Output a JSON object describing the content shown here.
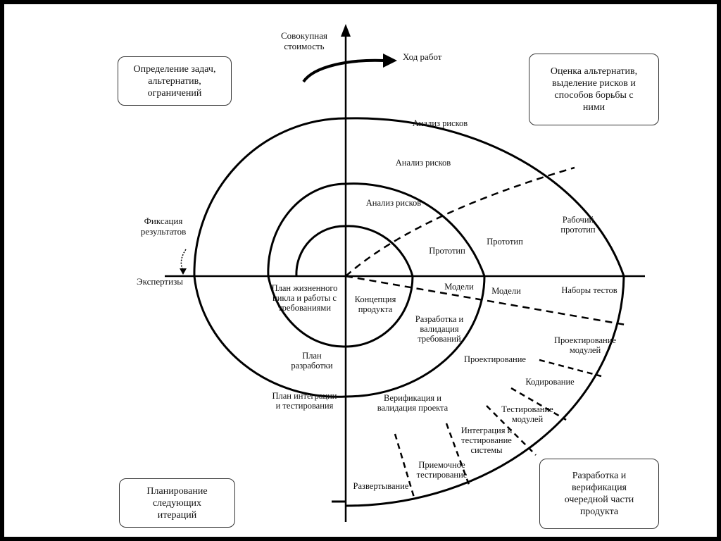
{
  "corners": {
    "top_left": "Определение задач,\nальтернатив,\nограничений",
    "top_right": "Оценка альтернатив,\nвыделение рисков и\nспособов борьбы с\nними",
    "bottom_left": "Планирование\nследующих\nитераций",
    "bottom_right": "Разработка и\nверификация\nочередной части\nпродукта"
  },
  "axes": {
    "y_label": "Совокупная\nстоимость",
    "progress_label": "Ход работ",
    "fixation": "Фиксация\nрезультатов",
    "reviews": "Экспертизы"
  },
  "labels": {
    "risk_analysis_1": "Анализ рисков",
    "risk_analysis_2": "Анализ рисков",
    "risk_analysis_3": "Анализ рисков",
    "prototype_1": "Прототип",
    "prototype_2": "Прототип",
    "working_prototype": "Рабочий\nпрототип",
    "models_1": "Модели",
    "models_2": "Модели",
    "test_sets": "Наборы тестов",
    "concept": "Концепция\nпродукта",
    "lifecycle_plan": "План жизненного\nцикла и работы с\nтребованиями",
    "requirements": "Разработка и\nвалидация\nтребований",
    "dev_plan": "План\nразработки",
    "design": "Проектирование",
    "integration_plan": "План интеграции\nи тестирования",
    "verification": "Верификация и\nвалидация проекта",
    "module_design": "Проектирование\nмодулей",
    "coding": "Кодирование",
    "module_testing": "Тестирование\nмодулей",
    "integration_testing": "Интеграция и\nтестирование\nсистемы",
    "acceptance": "Приемочное\nтестирование",
    "deployment": "Развертывание"
  }
}
